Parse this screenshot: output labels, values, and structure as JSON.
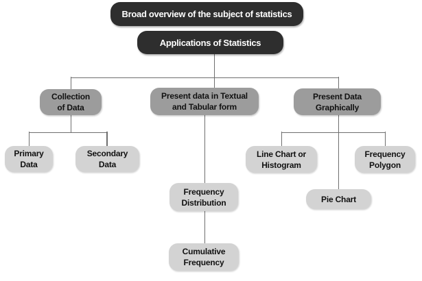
{
  "diagram": {
    "type": "flowchart",
    "title": "Broad overview of the subject of statistics",
    "root": "Applications of Statistics",
    "branches": {
      "collection": "Collection\nof Data",
      "textual": "Present data in Textual\nand Tabular form",
      "graphical": "Present Data\nGraphically"
    },
    "leaves": {
      "primary": "Primary\nData",
      "secondary": "Secondary\nData",
      "line_chart": "Line Chart or\nHistogram",
      "freq_polygon": "Frequency\nPolygon",
      "pie_chart": "Pie Chart",
      "freq_dist": "Frequency\nDistribution",
      "cum_freq": "Cumulative\nFrequency"
    },
    "colors": {
      "node_dark": "#2e2e2e",
      "node_mid": "#9c9c9c",
      "node_light": "#d3d3d3",
      "connector": "#6e6e6e",
      "text_on_dark": "#ffffff",
      "text_on_light": "#111111"
    }
  }
}
